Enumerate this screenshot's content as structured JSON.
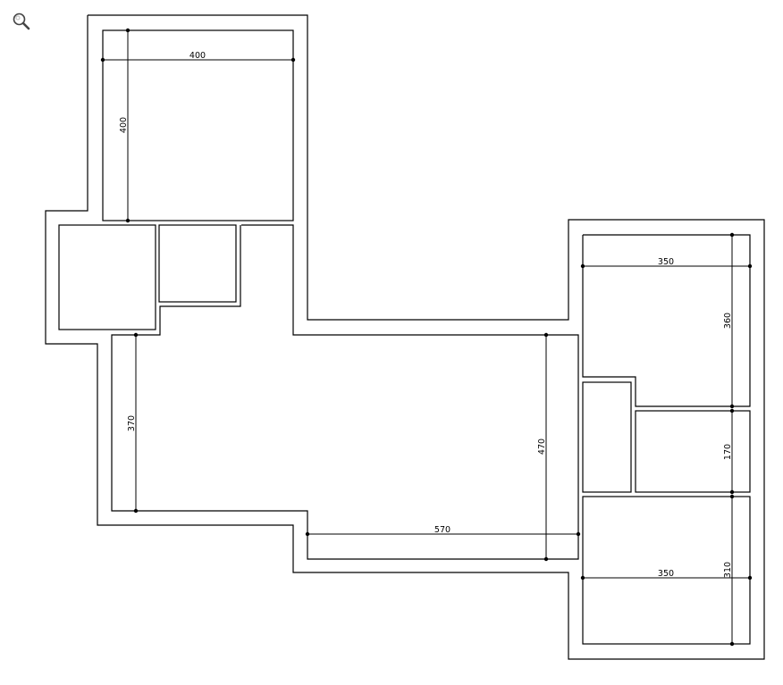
{
  "toolbar": {
    "zoom_icon": "magnifier-icon"
  },
  "floorplan": {
    "colors": {
      "line": "#000000",
      "background": "#ffffff"
    },
    "dimensions": {
      "top_room_width": "400",
      "top_room_height": "400",
      "left_room_height": "370",
      "main_room_height": "470",
      "main_room_width": "570",
      "right_top_width": "350",
      "right_top_height": "360",
      "right_middle_height": "170",
      "right_bottom_width": "350",
      "right_bottom_height": "310"
    }
  }
}
